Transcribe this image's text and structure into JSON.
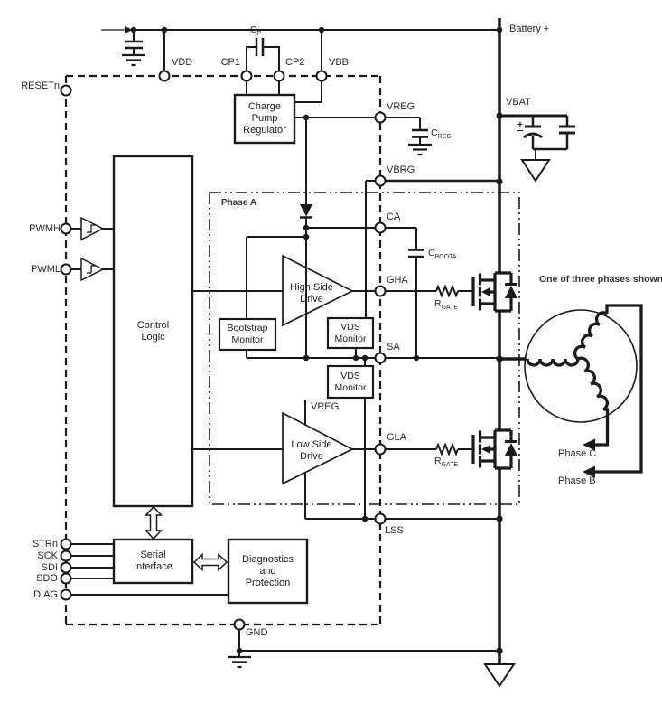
{
  "pins": {
    "resetn": "RESETn",
    "vdd": "VDD",
    "cp1": "CP1",
    "cp2": "CP2",
    "vbb": "VBB",
    "vreg": "VREG",
    "vbrg": "VBRG",
    "ca": "CA",
    "gha": "GHA",
    "sa": "SA",
    "gla": "GLA",
    "lss": "LSS",
    "pwmh": "PWMH",
    "pwml": "PWML",
    "strn": "STRn",
    "sck": "SCK",
    "sdi": "SDI",
    "sdo": "SDO",
    "diag": "DIAG",
    "gnd": "GND"
  },
  "blocks": {
    "charge_pump": "Charge\nPump\nRegulator",
    "control_logic": "Control\nLogic",
    "high_side_drive": "High Side\nDrive",
    "low_side_drive": "Low Side\nDrive",
    "bootstrap_monitor": "Bootstrap\nMonitor",
    "vds_monitor_high": "VDS\nMonitor",
    "vds_monitor_low": "VDS\nMonitor",
    "serial_interface": "Serial\nInterface",
    "diagnostics": "Diagnostics\nand\nProtection"
  },
  "labels": {
    "battery": "Battery +",
    "vbat": "VBAT",
    "vreg_internal": "VREG",
    "phase_a": "Phase A",
    "note": "One of three phases shown",
    "phase_c": "Phase C",
    "phase_b": "Phase B",
    "plus": "+"
  },
  "components": {
    "cp": {
      "base": "C",
      "sub": "P"
    },
    "creg": {
      "base": "C",
      "sub": "REG"
    },
    "cboota": {
      "base": "C",
      "sub": "BOOTA"
    },
    "rgate_high": {
      "base": "R",
      "sub": "GATE"
    },
    "rgate_low": {
      "base": "R",
      "sub": "GATE"
    }
  },
  "colors": {
    "line": "#1a1a1a",
    "background": "#ffffff"
  }
}
